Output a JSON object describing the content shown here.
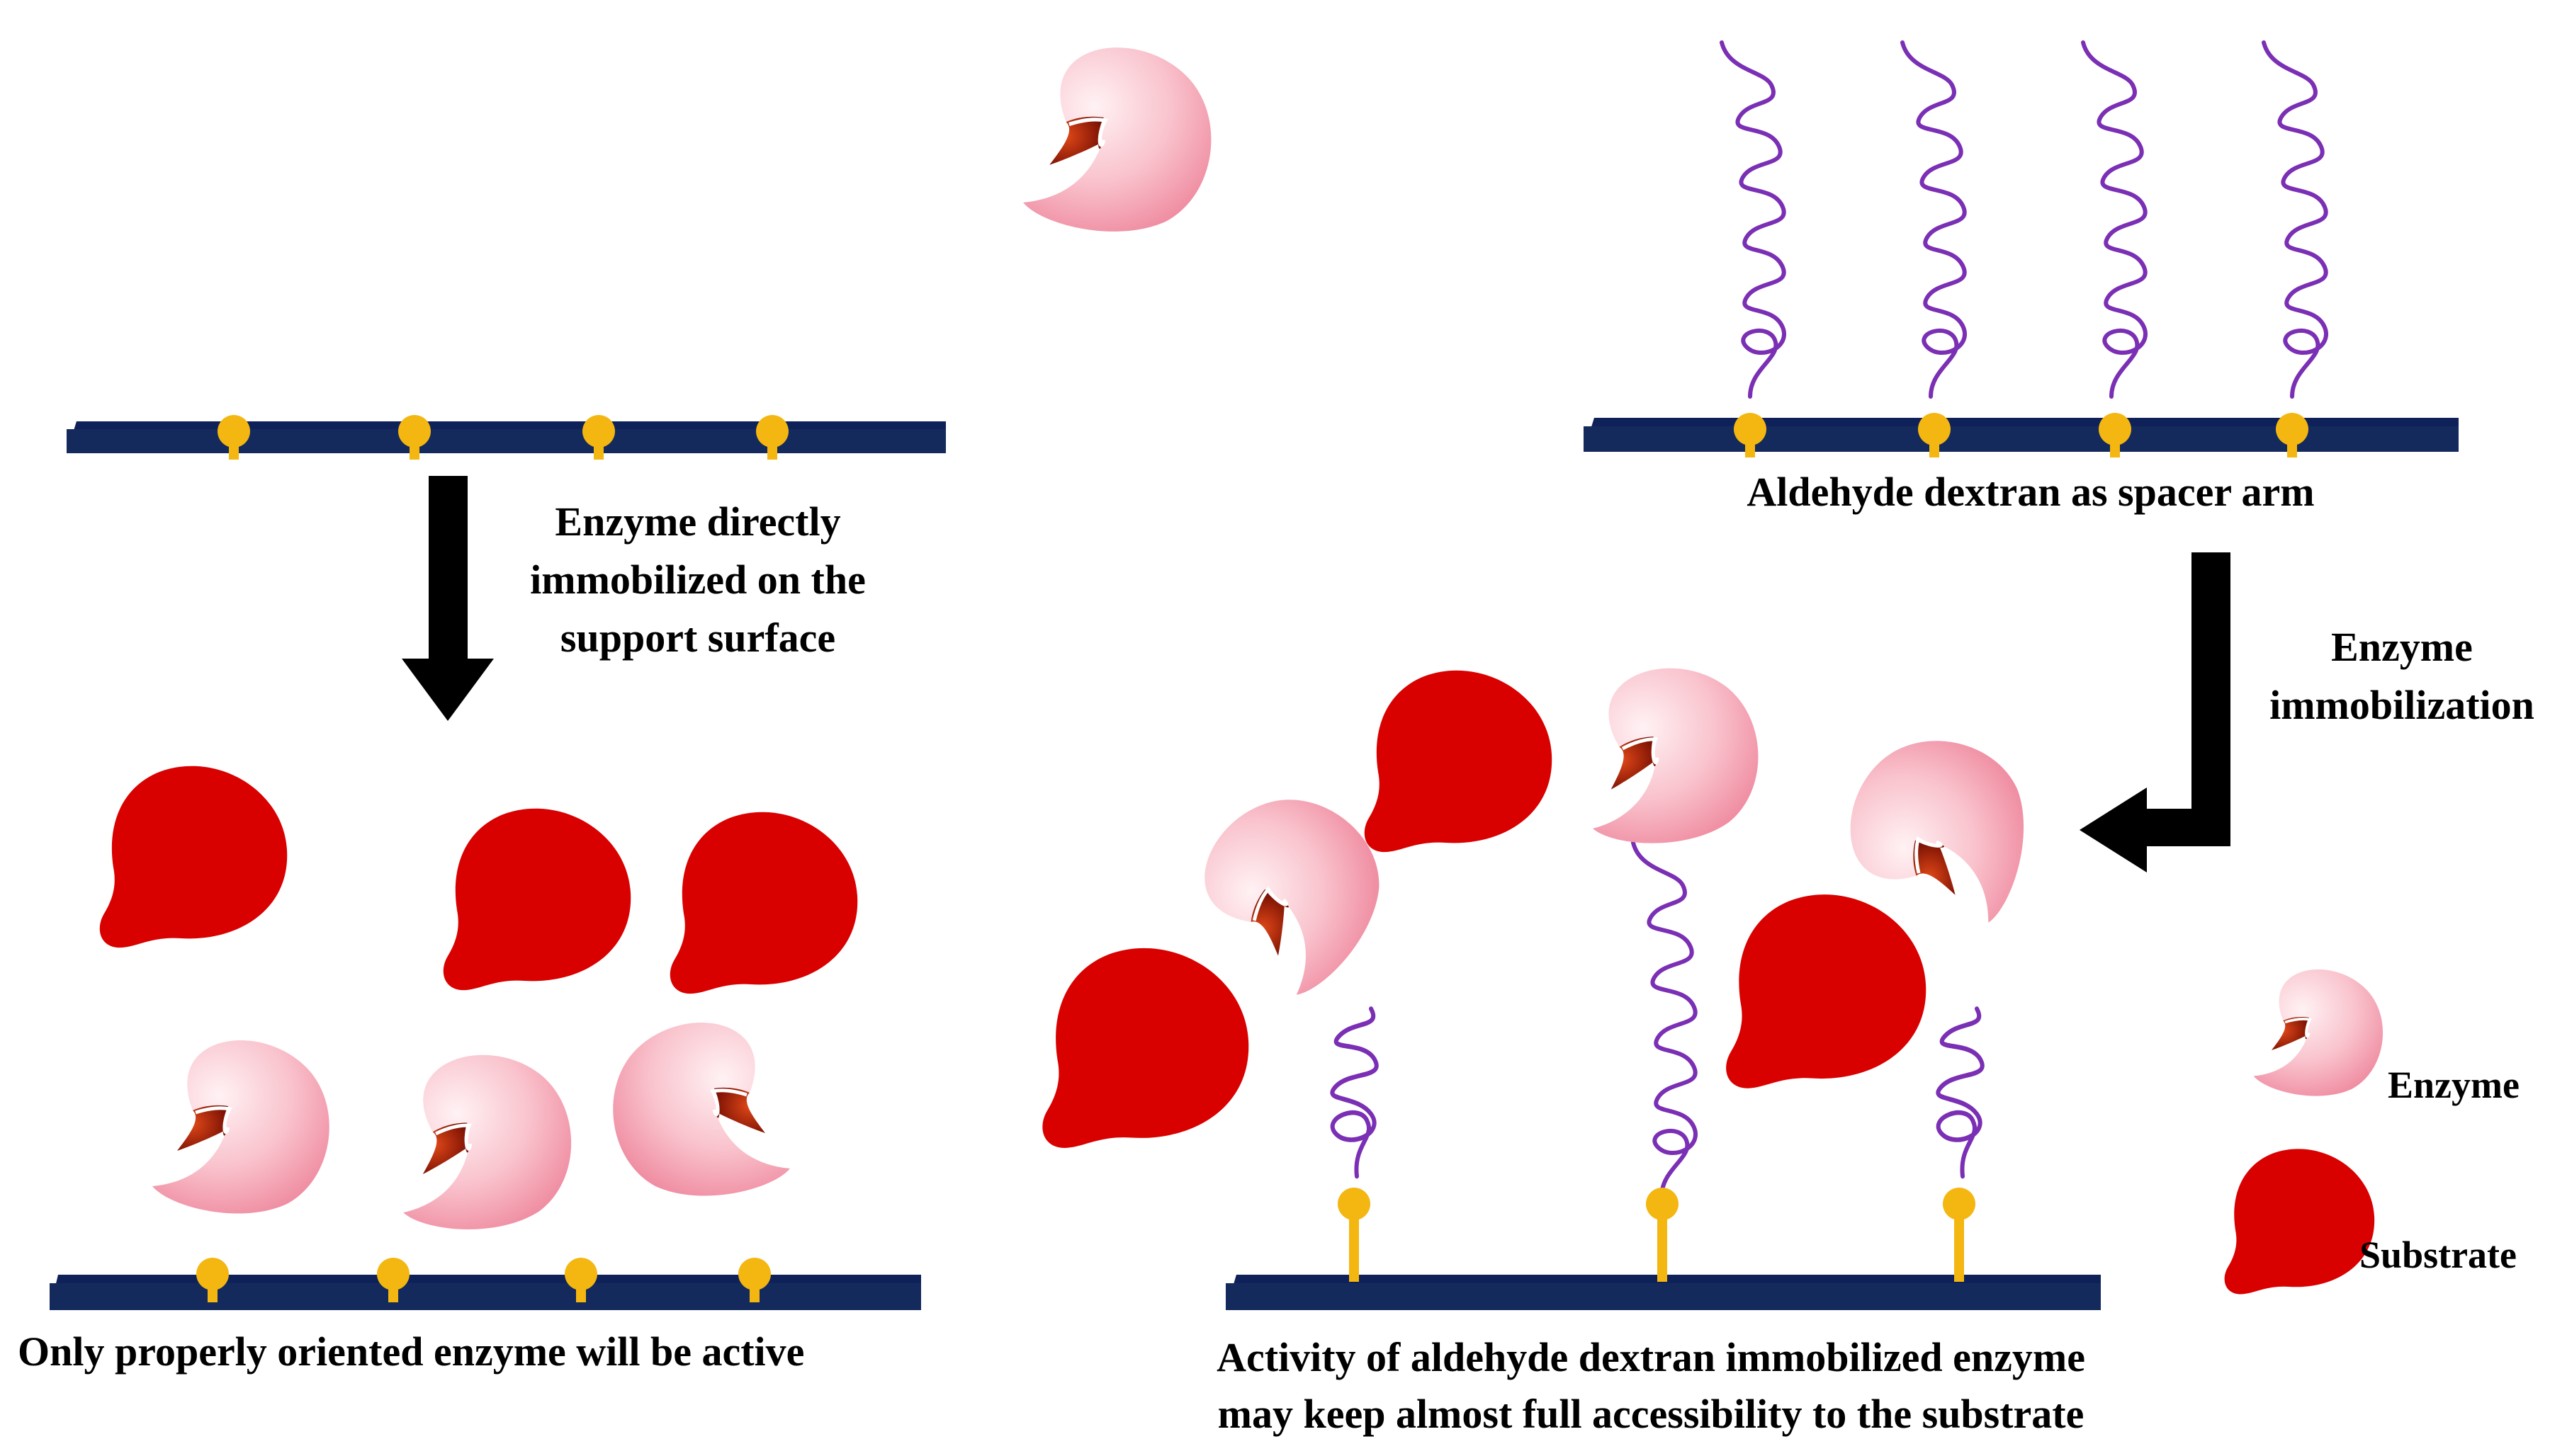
{
  "labels": {
    "left_process_line1": "Enzyme directly",
    "left_process_line2": "immobilized on the",
    "left_process_line3": "support surface",
    "left_caption": "Only properly oriented enzyme will be active",
    "spacer_caption": "Aldehyde dextran as spacer arm",
    "right_process_line1": "Enzyme",
    "right_process_line2": "immobilization",
    "right_caption_line1": "Activity of aldehyde dextran immobilized enzyme",
    "right_caption_line2": "may keep almost full accessibility to the substrate"
  },
  "legend": {
    "enzyme_label": "Enzyme",
    "substrate_label": "Substrate"
  },
  "colors": {
    "support": "#142a5c",
    "anchor": "#f4b610",
    "spacer": "#7a2fb4",
    "substrate": "#d90000",
    "enzyme_light": "#fde6ea",
    "enzyme_dark": "#f07b94",
    "active_site": "#8a1200",
    "arrow": "#000000"
  }
}
